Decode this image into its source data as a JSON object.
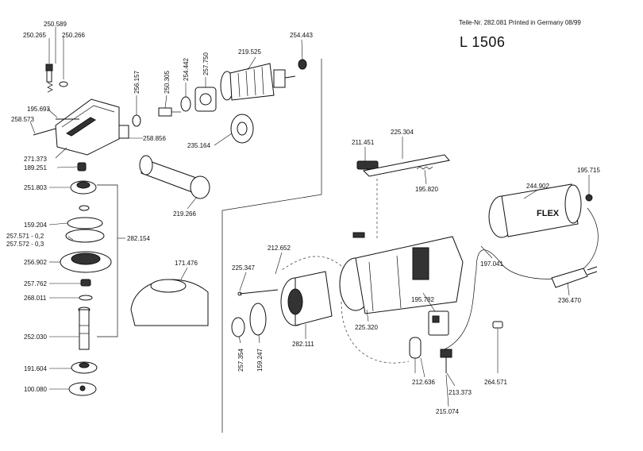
{
  "header": {
    "part_list_line": "Teile-Nr. 282.081 Printed in Germany 08/99",
    "model": "L 1506"
  },
  "parts": [
    {
      "id": "p250589",
      "label": "250.589"
    },
    {
      "id": "p250265",
      "label": "250.265"
    },
    {
      "id": "p250266",
      "label": "250.266"
    },
    {
      "id": "p195693",
      "label": "195.693"
    },
    {
      "id": "p258573",
      "label": "258.573"
    },
    {
      "id": "p271373",
      "label": "271.373"
    },
    {
      "id": "p189251",
      "label": "189.251"
    },
    {
      "id": "p251803",
      "label": "251.803"
    },
    {
      "id": "p159204",
      "label": "159.204"
    },
    {
      "id": "p257571",
      "label": "257.571 - 0,2"
    },
    {
      "id": "p257572",
      "label": "257.572 - 0,3"
    },
    {
      "id": "p256902",
      "label": "256.902"
    },
    {
      "id": "p257762",
      "label": "257.762"
    },
    {
      "id": "p268011",
      "label": "268.011"
    },
    {
      "id": "p252030",
      "label": "252.030"
    },
    {
      "id": "p191604",
      "label": "191.604"
    },
    {
      "id": "p100080",
      "label": "100.080"
    },
    {
      "id": "p282154",
      "label": "282.154"
    },
    {
      "id": "p256157",
      "label": "256.157"
    },
    {
      "id": "p250305",
      "label": "250.305"
    },
    {
      "id": "p254442",
      "label": "254.442"
    },
    {
      "id": "p257750",
      "label": "257.750"
    },
    {
      "id": "p219525",
      "label": "219.525"
    },
    {
      "id": "p254443",
      "label": "254.443"
    },
    {
      "id": "p258856",
      "label": "258.856"
    },
    {
      "id": "p235164",
      "label": "235.164"
    },
    {
      "id": "p219266",
      "label": "219.266"
    },
    {
      "id": "p171476",
      "label": "171.476"
    },
    {
      "id": "p211451",
      "label": "211.451"
    },
    {
      "id": "p225304",
      "label": "225.304"
    },
    {
      "id": "p195820",
      "label": "195.820"
    },
    {
      "id": "p195715",
      "label": "195.715"
    },
    {
      "id": "p244902",
      "label": "244.902"
    },
    {
      "id": "p212652",
      "label": "212.652"
    },
    {
      "id": "p225347",
      "label": "225.347"
    },
    {
      "id": "p197041",
      "label": "197.041"
    },
    {
      "id": "p236470",
      "label": "236.470"
    },
    {
      "id": "p195782",
      "label": "195.782"
    },
    {
      "id": "p225320",
      "label": "225.320"
    },
    {
      "id": "p282111",
      "label": "282.111"
    },
    {
      "id": "p257354",
      "label": "257.354"
    },
    {
      "id": "p159247",
      "label": "159.247"
    },
    {
      "id": "p212636",
      "label": "212.636"
    },
    {
      "id": "p264571",
      "label": "264.571"
    },
    {
      "id": "p213373",
      "label": "213.373"
    },
    {
      "id": "p215074",
      "label": "215.074"
    }
  ],
  "brand_on_tube": "FLEX"
}
